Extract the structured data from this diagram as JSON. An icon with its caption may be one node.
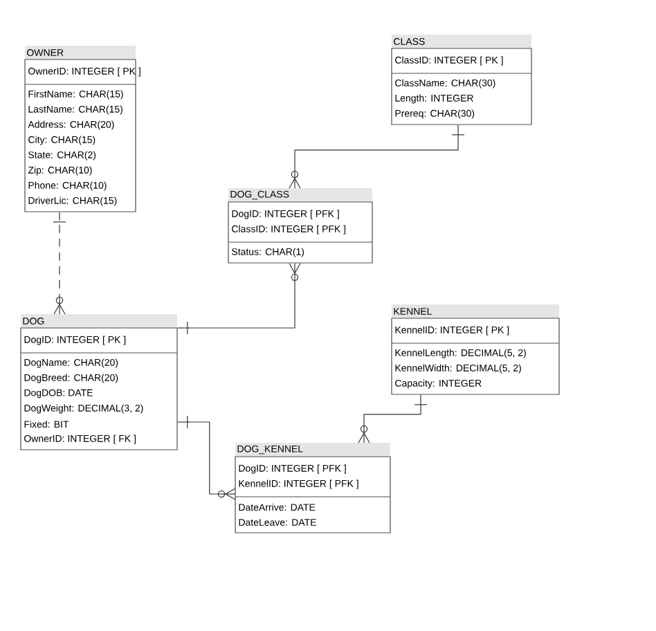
{
  "diagram": {
    "nodes": [
      {
        "text": [
          "OWNER",
          "OwnerID: INTEGER [ PK ]",
          "FirstName: CHAR(15)",
          "LastName: CHAR(15)",
          "Address: CHAR(20)",
          "City: CHAR(15)",
          "State: CHAR(2)",
          "Zip: CHAR(10)",
          "Phone: CHAR(10)",
          "DriverLic: CHAR(15)"
        ]
      },
      {
        "text": [
          "CLASS",
          "ClassID: INTEGER [ PK ]",
          "ClassName: CHAR(30)",
          "Length: INTEGER",
          "Prereq: CHAR(30)"
        ]
      },
      {
        "text": [
          "DOG_CLASS",
          "DogID: INTEGER [ PFK ]",
          "ClassID: INTEGER [ PFK ]",
          "Status: CHAR(1)"
        ]
      },
      {
        "text": [
          "KENNEL",
          "KennelID: INTEGER [ PK ]",
          "KennelLength: DECIMAL(5, 2)",
          "KennelWidth: DECIMAL(5, 2)",
          "Capacity: INTEGER"
        ]
      },
      {
        "text": [
          "DOG",
          "DogID: INTEGER [ PK ]",
          "DogName: CHAR(20)",
          "DogBreed: CHAR(20)",
          "DogDOB: DATE",
          "DogWeight: DECIMAL(3, 2)",
          "Fixed: BIT",
          "OwnerID: INTEGER [ FK ]"
        ]
      },
      {
        "text": [
          "DOG_KENNEL",
          "DogID: INTEGER [ PFK ]",
          "KennelID: INTEGER [ PFK ]",
          "DateArrive: DATE",
          "DateLeave: DATE"
        ]
      }
    ],
    "edges": [
      {
        "from": 0,
        "to": 4,
        "arrow": "other",
        "style": "dashed"
      },
      {
        "from": 1,
        "to": 2,
        "arrow": "other"
      },
      {
        "from": 4,
        "to": 2,
        "arrow": "other"
      },
      {
        "from": 4,
        "to": 5,
        "arrow": "other"
      },
      {
        "from": 3,
        "to": 5,
        "arrow": "other"
      }
    ]
  }
}
